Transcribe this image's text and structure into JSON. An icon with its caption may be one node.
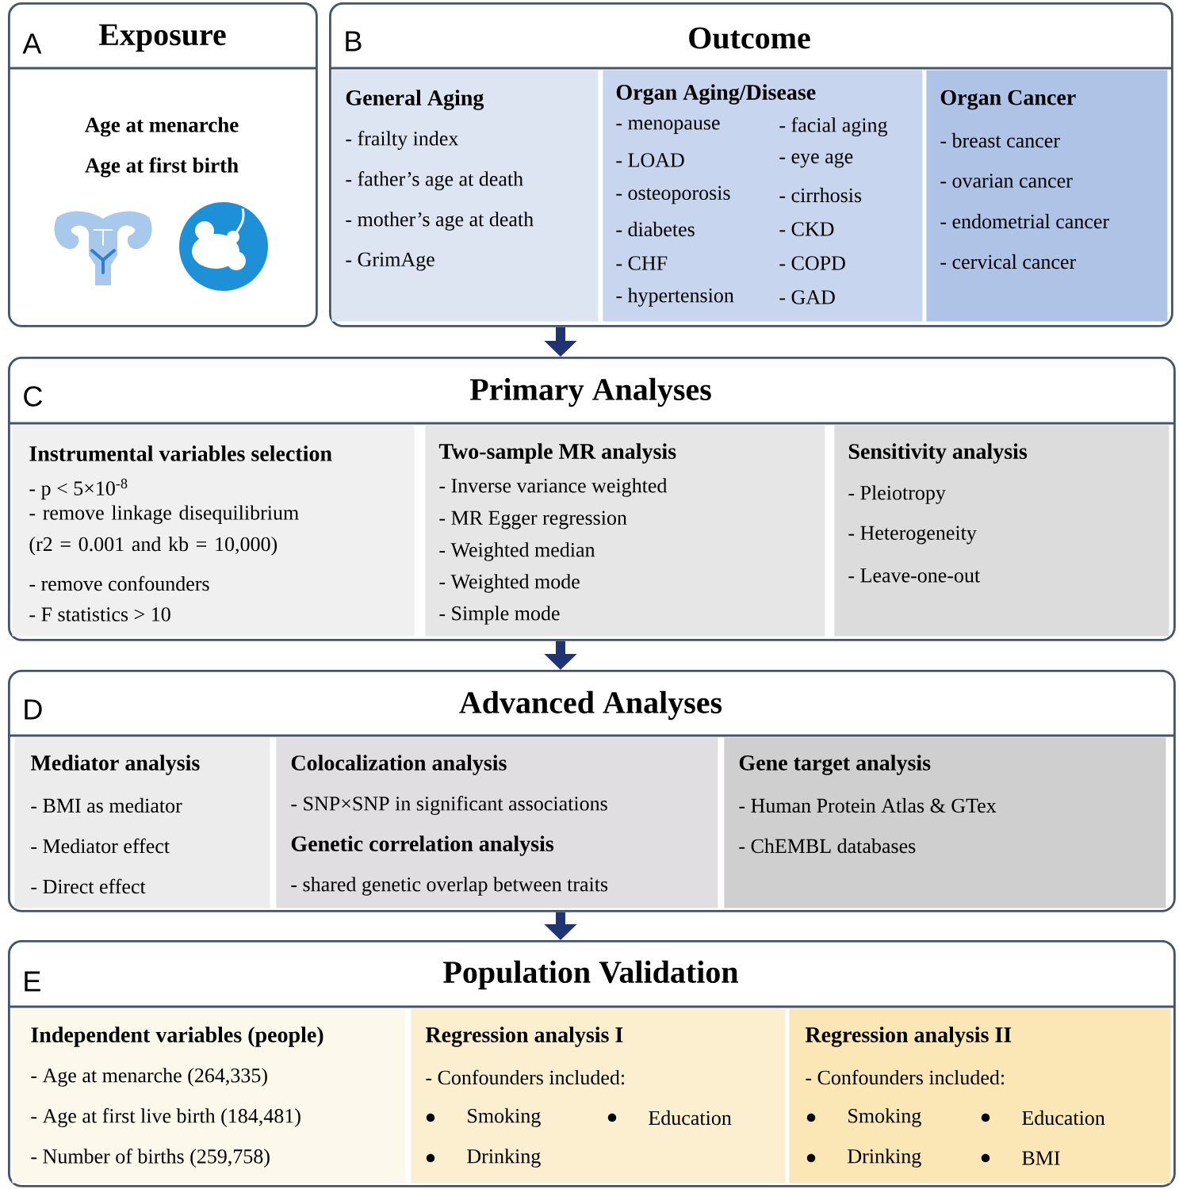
{
  "diagram": {
    "nodes": [
      {
        "text": [
          "A",
          "Exposure",
          "Age at menarche",
          "Age at first birth"
        ]
      },
      {
        "text": [
          "B",
          "Outcome"
        ]
      },
      {
        "text": [
          "General Aging",
          "- frailty index",
          "- father’s age at death",
          "- mother’s age at death",
          "- GrimAge"
        ],
        "in": 1
      },
      {
        "text": [
          "Organ Aging/Disease",
          "- menopause",
          "- LOAD",
          "- osteoporosis",
          "- diabetes",
          "- CHF",
          "- hypertension",
          "- facial aging",
          "- eye age",
          "- cirrhosis",
          "- CKD",
          "- COPD",
          "- GAD"
        ],
        "in": 1
      },
      {
        "text": [
          "Organ Cancer",
          "- breast cancer",
          "- ovarian cancer",
          "- endometrial cancer",
          "- cervical cancer"
        ],
        "in": 1
      },
      {
        "text": [
          "C",
          "Primary Analyses"
        ]
      },
      {
        "text": [
          "Instrumental variables selection",
          "- p < 5×10$^{-8}$",
          "- remove linkage disequilibrium (r2 = 0.001 and kb = 10,000)",
          "- remove confounders",
          "- F statistics > 10"
        ],
        "in": 5
      },
      {
        "text": [
          "Two-sample MR analysis",
          "- Inverse variance weighted",
          "- MR Egger regression",
          "- Weighted median",
          "- Weighted mode",
          "- Simple mode"
        ],
        "in": 5
      },
      {
        "text": [
          "Sensitivity analysis",
          "- Pleiotropy",
          "- Heterogeneity",
          "- Leave-one-out"
        ],
        "in": 5
      },
      {
        "text": [
          "D",
          "Advanced Analyses"
        ]
      },
      {
        "text": [
          "Mediator analysis",
          "- BMI as mediator",
          "- Mediator effect",
          "- Direct effect"
        ],
        "in": 9
      },
      {
        "text": [
          "Colocalization analysis",
          "- SNP×SNP in significant associations",
          "Genetic correlation analysis",
          "- shared genetic overlap between traits"
        ],
        "in": 9
      },
      {
        "text": [
          "Gene target analysis",
          "- Human Protein Atlas & GTex",
          "- ChEMBL databases"
        ],
        "in": 9
      },
      {
        "text": [
          "E",
          "Population Validation"
        ]
      },
      {
        "text": [
          "Independent variables (people)",
          "- Age at menarche (264,335)",
          "- Age at first live birth (184,481)",
          "- Number of births (259,758)"
        ],
        "in": 13
      },
      {
        "text": [
          "Regression analysis I",
          "- Confounders included:",
          "Smoking",
          "Education",
          "Drinking"
        ],
        "in": 13
      },
      {
        "text": [
          "Regression analysis II",
          "- Confounders included:",
          "Smoking",
          "Education",
          "Drinking",
          "BMI"
        ],
        "in": 13
      }
    ],
    "edges": [
      {
        "from": 1,
        "to": 5,
        "arrow": "to"
      },
      {
        "from": 5,
        "to": 9,
        "arrow": "to"
      },
      {
        "from": 9,
        "to": 13,
        "arrow": "to"
      }
    ]
  }
}
